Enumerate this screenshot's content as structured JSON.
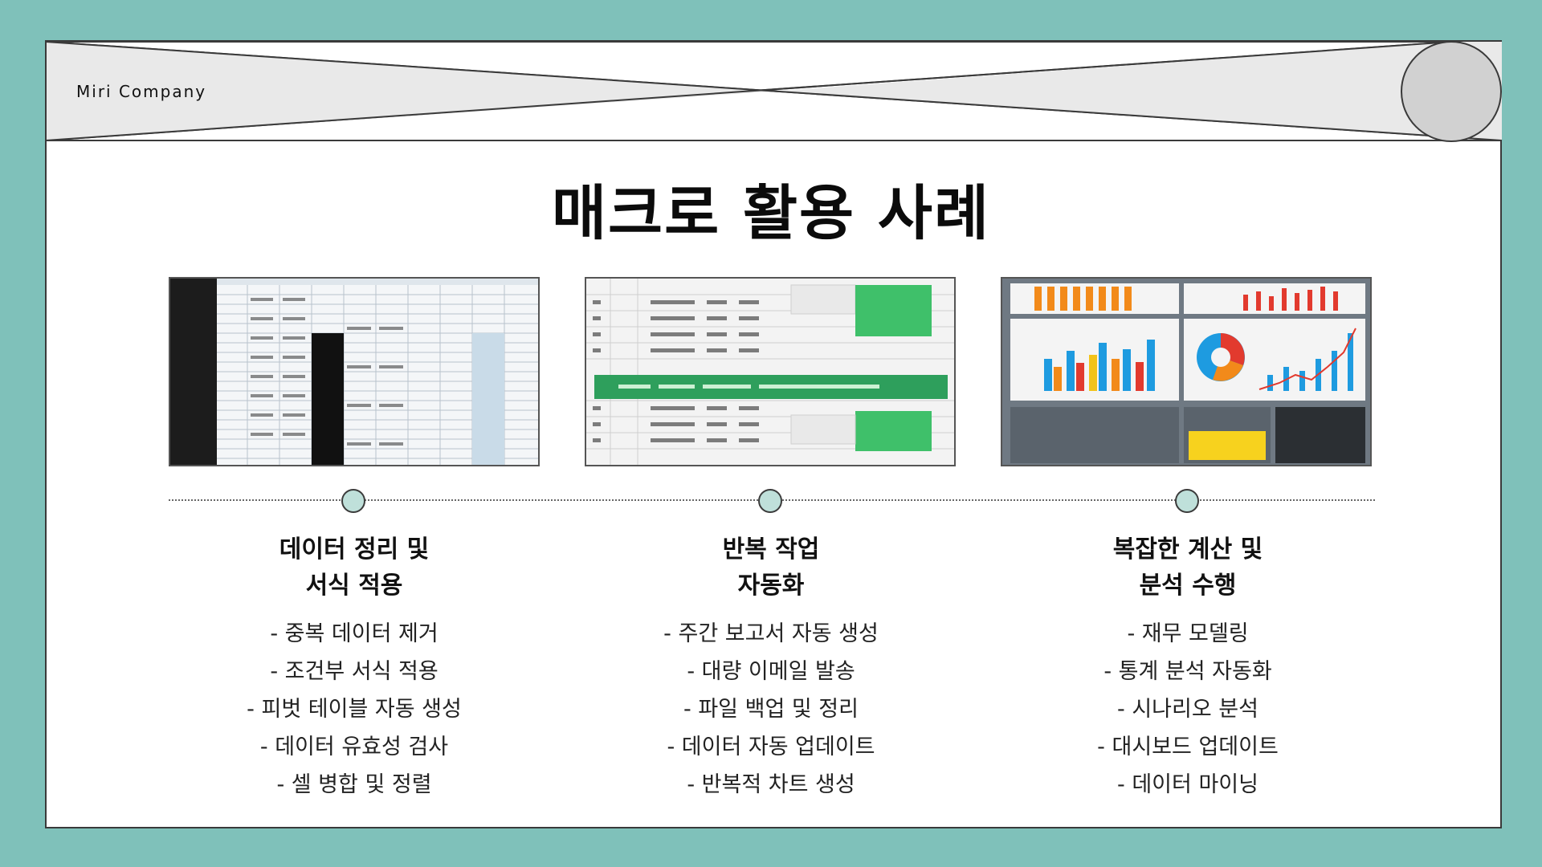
{
  "brand": "Miri Company",
  "title": "매크로 활용 사례",
  "colors": {
    "background": "#7fc1ba",
    "dot": "#bfe0da",
    "accent_green": "#2e9f5c"
  },
  "columns": [
    {
      "heading": [
        "데이터 정리 및",
        "서식 적용"
      ],
      "items": [
        "- 중복 데이터 제거",
        "- 조건부 서식 적용",
        "- 피벗 테이블 자동 생성",
        "- 데이터 유효성 검사",
        "- 셀 병합 및 정렬"
      ],
      "image": "spreadsheet-data-image"
    },
    {
      "heading": [
        "반복 작업",
        "자동화"
      ],
      "items": [
        "- 주간 보고서 자동 생성",
        "- 대량 이메일 발송",
        "- 파일 백업 및 정리",
        "- 데이터 자동 업데이트",
        "- 반복적 차트 생성"
      ],
      "image": "spreadsheet-rows-image"
    },
    {
      "heading": [
        "복잡한 계산 및",
        "분석 수행"
      ],
      "items": [
        "- 재무 모델링",
        "- 통계 분석 자동화",
        "- 시나리오 분석",
        "- 대시보드 업데이트",
        "- 데이터 마이닝"
      ],
      "image": "dashboard-image"
    }
  ]
}
